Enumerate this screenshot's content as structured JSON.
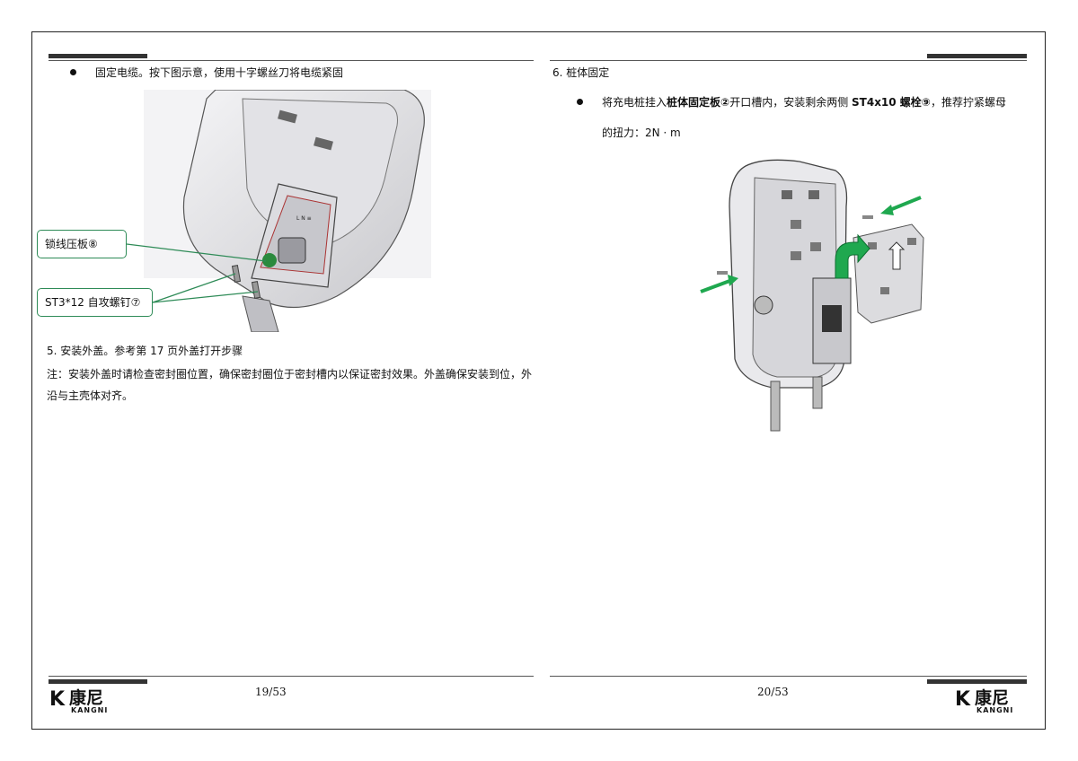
{
  "left_page": {
    "bullet_text": "固定电缆。按下图示意，使用十字螺丝刀将电缆紧固",
    "callout_1": "锁线压板⑧",
    "callout_2": "ST3*12 自攻螺钉⑦",
    "step5_heading": "5.   安装外盖。参考第 17 页外盖打开步骤",
    "step5_note": "注：安装外盖时请检查密封圈位置，确保密封圈位于密封槽内以保证密封效果。外盖确保安装到位，外沿与主壳体对齐。",
    "page_number": "19/53"
  },
  "right_page": {
    "step6_heading": "6.   桩体固定",
    "bullet_part1": "将充电桩挂入",
    "bullet_bold1": "桩体固定板②",
    "bullet_part2": "开口槽内，安装剩余两侧 ",
    "bullet_bold2": "ST4x10 螺栓⑨",
    "bullet_part3": "，推荐拧紧螺母",
    "bullet_line2": "的扭力：2N · m",
    "page_number": "20/53"
  },
  "logo": {
    "mark": "K",
    "name_cn": "康尼",
    "name_en": "KANGNI"
  },
  "colors": {
    "callout_border": "#2e8b57",
    "arrow_green": "#1fa84f",
    "bar_dark": "#333333"
  }
}
